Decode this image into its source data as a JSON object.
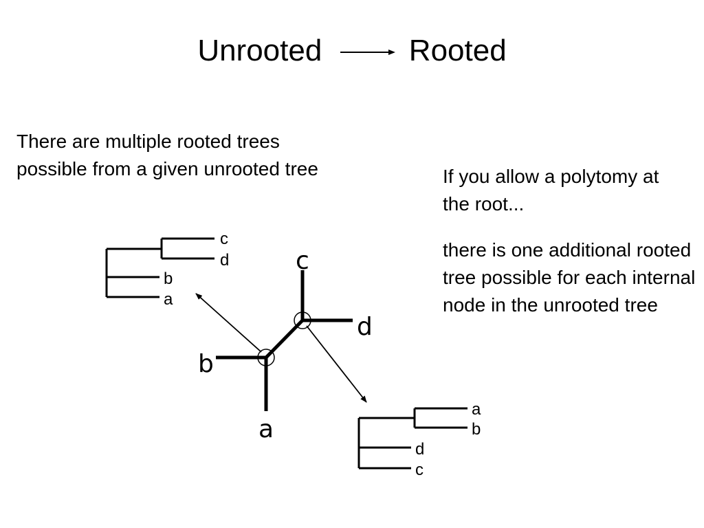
{
  "title": {
    "left": "Unrooted",
    "right": "Rooted"
  },
  "left_text": "There are multiple rooted trees possible from a given unrooted tree",
  "right_text_1": "If you allow a polytomy at the root...",
  "right_text_2": "there is one additional rooted tree possible for each internal node in the unrooted tree",
  "unrooted_tree": {
    "tips": [
      "c",
      "d",
      "b",
      "a"
    ]
  },
  "rooted_tree_left": {
    "tips": [
      "c",
      "d",
      "b",
      "a"
    ]
  },
  "rooted_tree_right": {
    "tips": [
      "a",
      "b",
      "d",
      "c"
    ]
  }
}
